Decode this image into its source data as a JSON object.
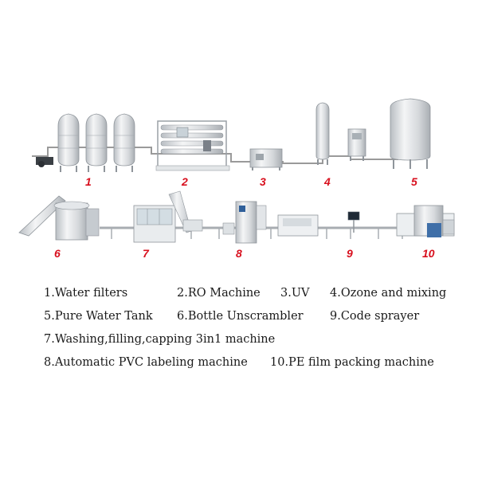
{
  "colors": {
    "label_red": "#d8101e",
    "text": "#1a1a1a",
    "pipe": "#9a9a9a",
    "steel": "#d9dcdf"
  },
  "machine_numbers": [
    "1",
    "2",
    "3",
    "4",
    "5",
    "6",
    "7",
    "8",
    "9",
    "10"
  ],
  "legend": {
    "row1": [
      "1.Water filters",
      "2.RO Machine",
      "3.UV",
      "4.Ozone and mixing"
    ],
    "row2": [
      "5.Pure Water Tank",
      "6.Bottle Unscrambler",
      "9.Code sprayer"
    ],
    "row3": [
      "7.Washing,filling,capping 3in1 machine"
    ],
    "row4": [
      "8.Automatic PVC labeling machine",
      "10.PE film packing machine"
    ]
  }
}
